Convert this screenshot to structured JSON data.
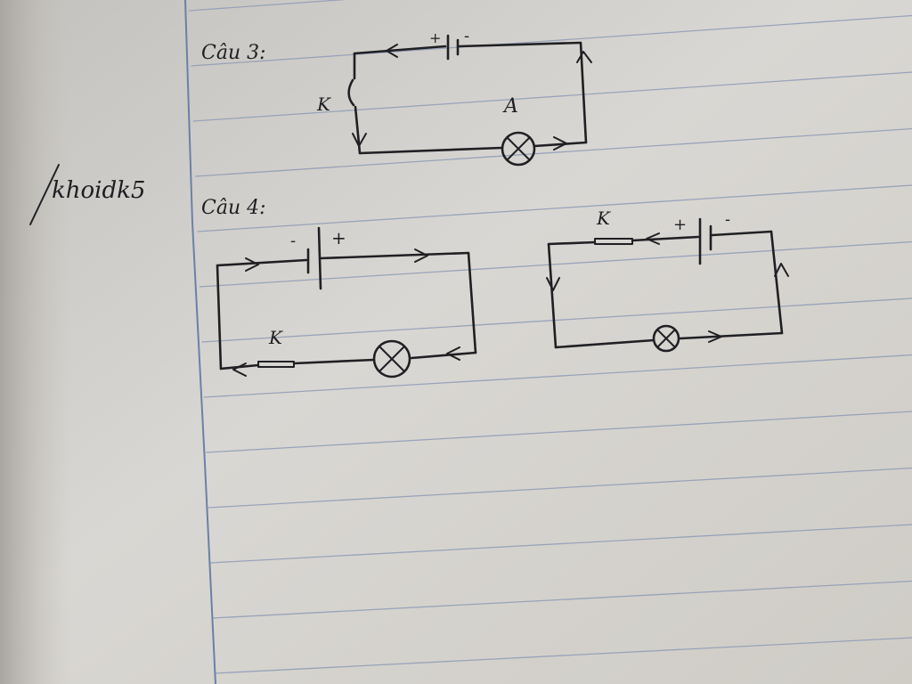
{
  "page": {
    "margin_note": "khoidk5",
    "question_3": {
      "heading": "Câu 3:",
      "switch_label": "K",
      "battery_plus": "+",
      "battery_minus": "-",
      "ammeter_label": "A"
    },
    "question_4": {
      "heading": "Câu 4:",
      "circuit_left": {
        "switch_label": "K",
        "battery_plus": "+",
        "battery_minus": "-"
      },
      "circuit_right": {
        "switch_label": "K",
        "battery_plus": "+",
        "battery_minus": "-"
      }
    }
  },
  "colors": {
    "paper": "#d9d7d2",
    "margin_line": "#6f86ad",
    "rule_line": "#8c9cb8",
    "ink": "#1e1e22"
  }
}
